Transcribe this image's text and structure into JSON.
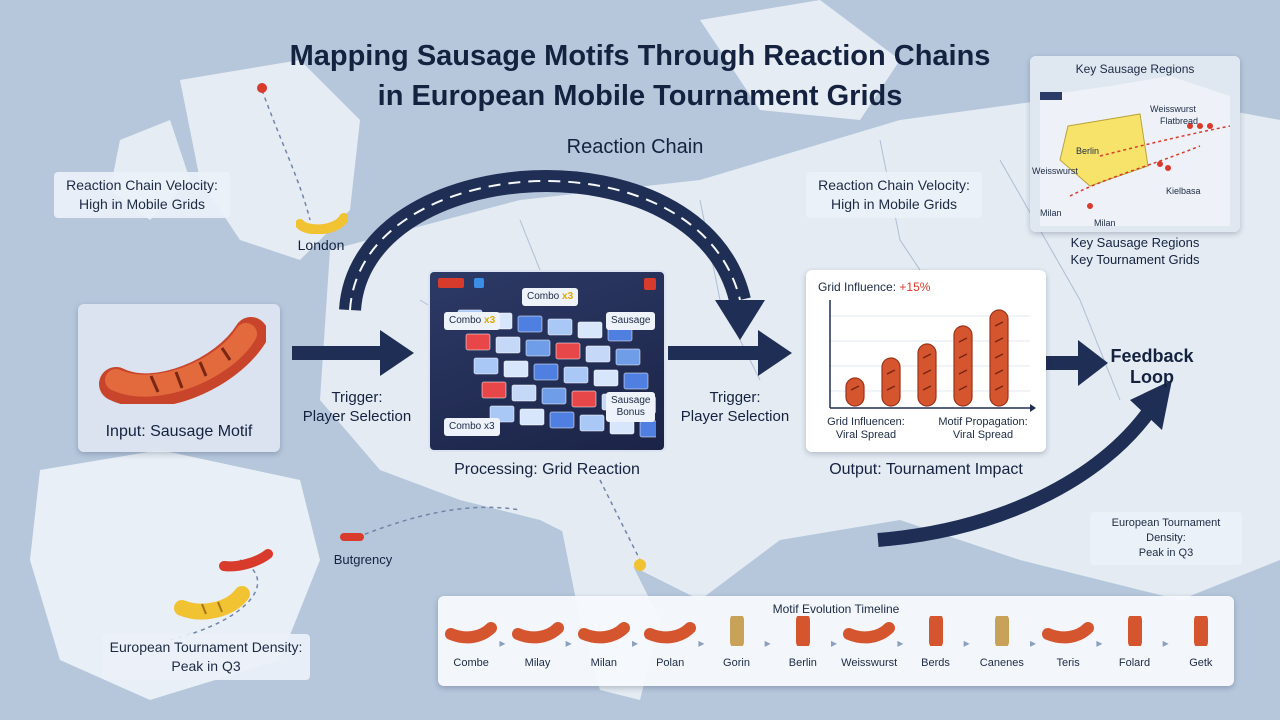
{
  "title_line1": "Mapping Sausage Motifs Through Reaction Chains",
  "title_line2": "in European Mobile Tournament Grids",
  "reaction_chain_label": "Reaction Chain",
  "velocity_left": {
    "line1": "Reaction Chain Velocity:",
    "line2": "High in Mobile Grids"
  },
  "velocity_right": {
    "line1": "Reaction Chain Velocity:",
    "line2": "High in Mobile Grids"
  },
  "london_label": "London",
  "input_label": "Input: Sausage Motif",
  "trigger_left": {
    "line1": "Trigger:",
    "line2": "Player Selection"
  },
  "trigger_right": {
    "line1": "Trigger:",
    "line2": "Player Selection"
  },
  "processing_label": "Processing: Grid Reaction",
  "grid_tags": {
    "combo_top": "Combo",
    "combo_top_mult": "x3",
    "combo_left": "Combo",
    "combo_left_mult": "x3",
    "sausage": "Sausage",
    "bonus_line1": "Sausage",
    "bonus_line2": "Bonus",
    "combo_bottom": "Combo x3"
  },
  "output_card": {
    "header": "Grid Influence:",
    "header_value": "+15%",
    "caption_left_1": "Grid Influencen:",
    "caption_left_2": "Viral Spread",
    "caption_right_1": "Motif Propagation:",
    "caption_right_2": "Viral Spread",
    "bar_levels": [
      0.28,
      0.48,
      0.62,
      0.8,
      0.96
    ]
  },
  "output_label": "Output: Tournament Impact",
  "feedback_label": {
    "line1": "Feedback",
    "line2": "Loop"
  },
  "key_regions_card": {
    "title": "Key Sausage Regions",
    "cities": [
      "Weisswurst",
      "Flatbread",
      "Berlin",
      "Weisswurst",
      "Kielbasa",
      "Milan",
      "Milan"
    ]
  },
  "key_regions_caption": {
    "line1": "Key Sausage Regions",
    "line2": "Key Tournament Grids"
  },
  "density_right": {
    "line1": "European Tournament Density:",
    "line2": "Peak in Q3"
  },
  "density_left": {
    "line1": "European Tournament Density:",
    "line2": "Peak in Q3"
  },
  "butgrency_label": "Butgrency",
  "timeline": {
    "title": "Motif Evolution Timeline",
    "items": [
      "Combe",
      "Milay",
      "Milan",
      "Polan",
      "Gorin",
      "Berlin",
      "Weisswurst",
      "Berds",
      "Canenes",
      "Teris",
      "Folard",
      "Getk"
    ]
  },
  "colors": {
    "arrow": "#1f2e55",
    "sausage": "#d5552f",
    "sausage_yellow": "#f1c232",
    "accent_red": "#d83a2c"
  }
}
